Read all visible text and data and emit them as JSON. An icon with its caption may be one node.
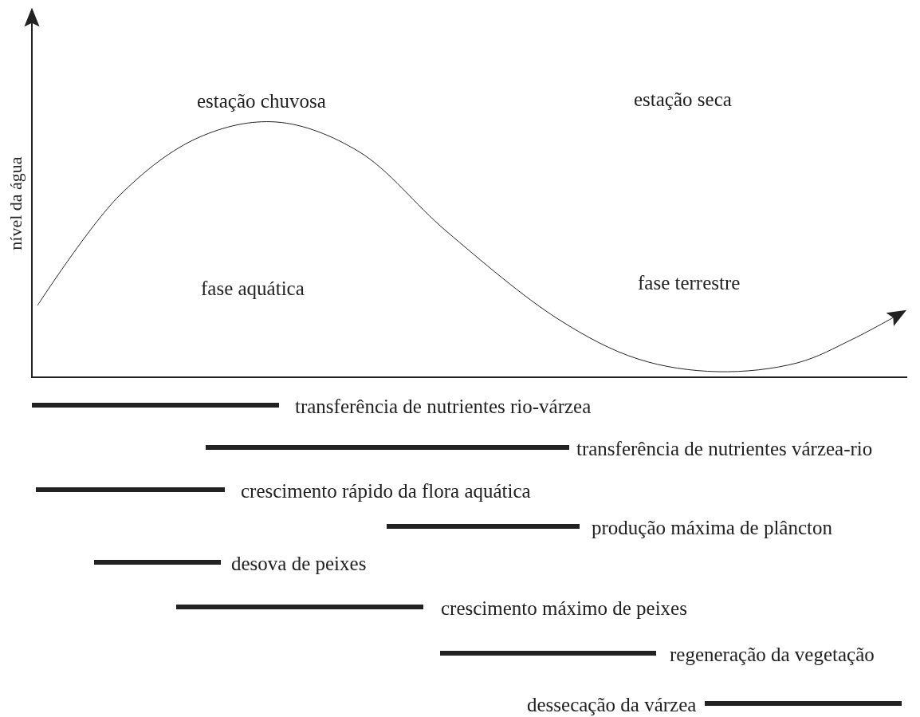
{
  "diagram": {
    "labels": [
      "nível da água",
      "estação chuvosa",
      "estação seca",
      "fase aquática",
      "fase terrestre",
      "transferência de nutrientes rio-várzea",
      "transferência de nutrientes várzea-rio",
      "crescimento rápido da flora aquática",
      "produção máxima de plâncton",
      "desova de peixes",
      "crescimento máximo de peixes",
      "regeneração da vegetação",
      "dessecação da várzea"
    ]
  }
}
